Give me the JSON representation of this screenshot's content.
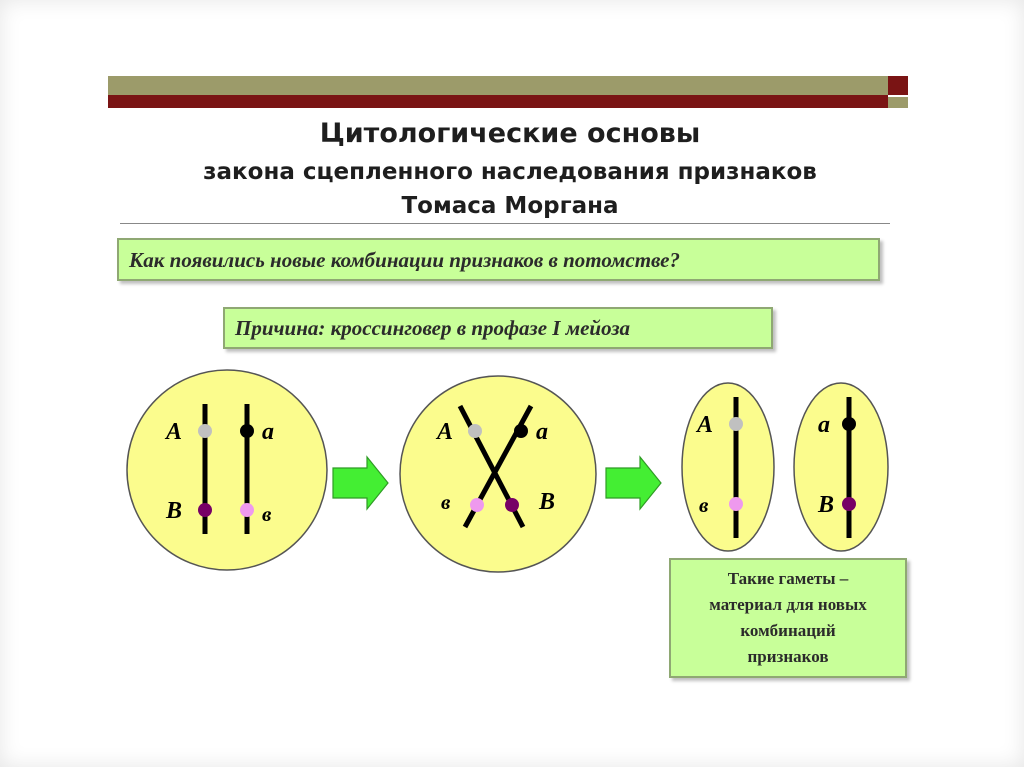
{
  "title": {
    "line1": "Цитологические основы",
    "line2": "закона сцепленного наследования признаков",
    "line3": "Томаса Моргана"
  },
  "question": "Как появились новые комбинации признаков в потомстве?",
  "cause": "Причина: кроссинговер в профазе I мейоза",
  "gametes_note": {
    "lines": [
      "Такие гаметы –",
      "материал для новых",
      "комбинаций",
      "признаков"
    ]
  },
  "cells": {
    "parent": {
      "left_top": "A",
      "right_top": "a",
      "left_bottom": "B",
      "right_bottom": "в"
    },
    "crossing": {
      "left_top": "A",
      "right_top": "a",
      "left_bottom": "в",
      "right_bottom": "B"
    },
    "gamete1": {
      "top": "A",
      "bottom": "в"
    },
    "gamete2": {
      "top": "a",
      "bottom": "B"
    }
  },
  "colors": {
    "cell_fill": "#fbfc8d",
    "allele_A": "#c0c0c0",
    "allele_a": "#000000",
    "allele_B": "#770066",
    "allele_b": "#ee99ee",
    "arrow": "#44ee33",
    "box_fill": "#c8ff99",
    "bar_olive": "#999966",
    "bar_maroon": "#800000"
  }
}
